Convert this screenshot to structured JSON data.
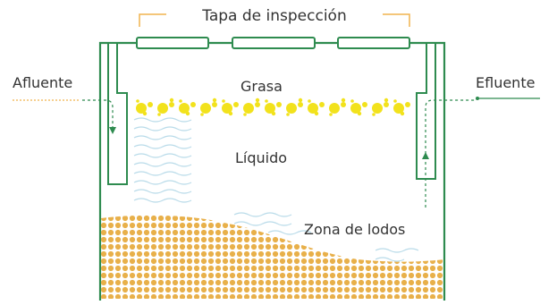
{
  "labels": {
    "inspection_lid": "Tapa de inspección",
    "inlet": "Afluente",
    "outlet": "Efluente",
    "grease": "Grasa",
    "liquid": "Líquido",
    "sludge_zone": "Zona de lodos"
  },
  "colors": {
    "tank_wall": "#2e8b4f",
    "grease": "#f2e21c",
    "sludge": "#e8b04a",
    "water_waves": "#b9dbe9",
    "inlet_dashes": "#f1b34e",
    "outlet_line": "#2e8b4f",
    "lid_bracket": "#f1b34e",
    "text": "#333333"
  }
}
